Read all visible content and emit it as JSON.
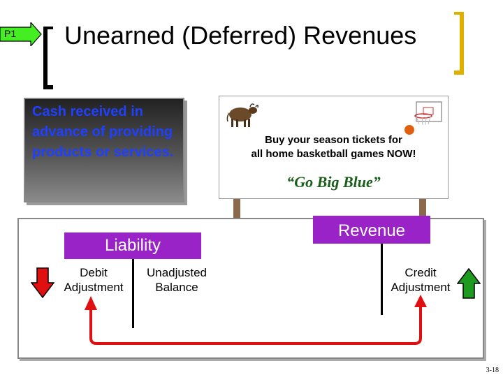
{
  "badge": {
    "label": "P1"
  },
  "title": "Unearned (Deferred) Revenues",
  "definition": "Cash received in advance of providing products or services.",
  "billboard": {
    "line1": "Buy your season tickets for",
    "line2": "all home basketball games NOW!",
    "slogan": "“Go Big Blue”"
  },
  "liability": {
    "header": "Liability",
    "debit_label": "Debit Adjustment",
    "unadjusted_label": "Unadjusted Balance"
  },
  "revenue": {
    "header": "Revenue",
    "credit_label": "Credit Adjustment"
  },
  "page_number": "3-18",
  "colors": {
    "definition_text": "#2040ff",
    "header_fill": "#9a23c8",
    "debit_arrow": "#e01010",
    "credit_arrow": "#1e9a1e",
    "flow_arrow": "#e01010",
    "slogan": "#1a5c1a"
  }
}
